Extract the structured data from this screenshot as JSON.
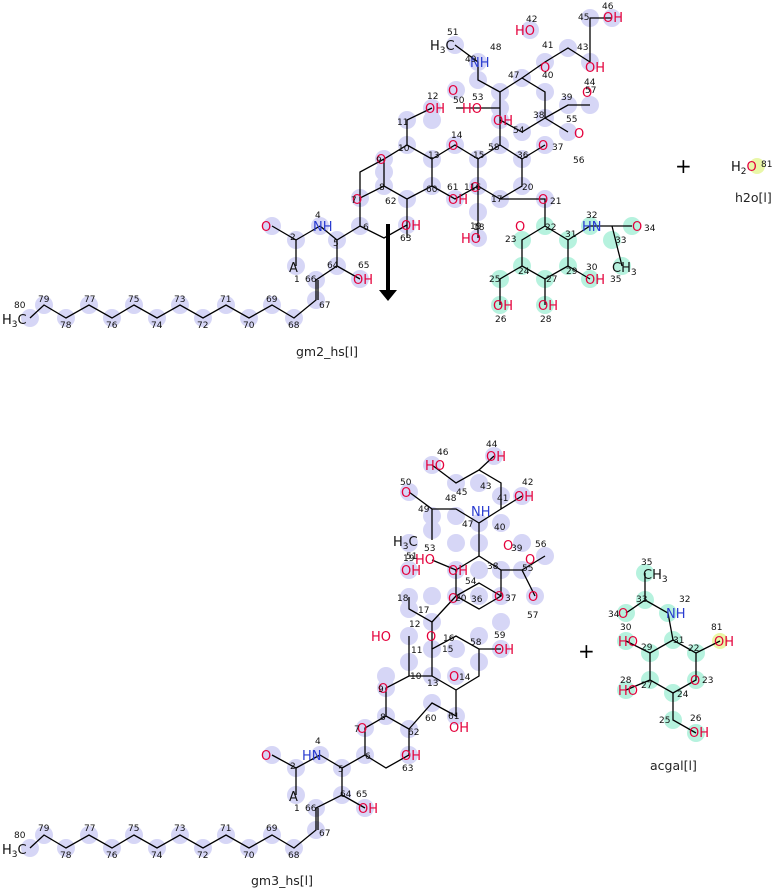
{
  "reaction": {
    "top": {
      "reactant_label": "gm2_hs[l]",
      "plus": "+",
      "water_label": "h2o[l]",
      "water_atom": "H2O",
      "water_num": "81"
    },
    "bottom": {
      "product_label": "gm3_hs[l]",
      "plus": "+",
      "acgal_label": "acgal[l]"
    }
  },
  "colors": {
    "highlight_main": "#d6d6f6",
    "highlight_acgal": "#b6f2de",
    "highlight_water": "#e9f7a8",
    "oxygen": "#e4003b",
    "nitrogen": "#2a3cd0"
  }
}
